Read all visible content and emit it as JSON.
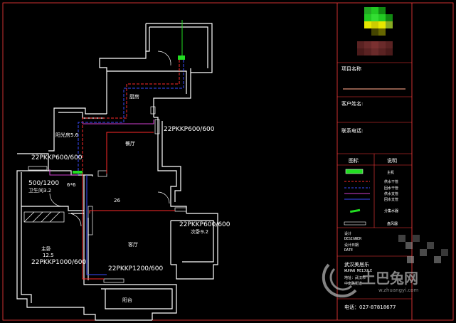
{
  "colors": {
    "background": "#000000",
    "wall": "#ffffff",
    "frame": "#ff3b3b",
    "pipe_red": "#ff2a2a",
    "pipe_blue": "#3a4bff",
    "pipe_magenta": "#d040d0",
    "pipe_green": "#22dd22",
    "logo_green": "#22c922",
    "logo_yellow": "#e6e600",
    "logo_brown": "#6a2a2a",
    "bar_brown": "#8a5a4a",
    "watermark": "#9a9a9a"
  },
  "plan": {
    "rooms": {
      "kitchen": "厨房",
      "balcony_top": "阳光房5.6",
      "restaurant": "餐厅",
      "bathroom": "卫生间3.2",
      "living": "客厅",
      "master": "主卧",
      "master_area": "12.5",
      "second": "次卧9.2",
      "south_balcony": "阳台",
      "hall_number": "26",
      "bath_size": "6*6"
    },
    "labels": {
      "kitchen_hvac": "22PKKP600/600",
      "balcony_hvac": "22PKKP600/600",
      "bath_dim": "500/1200",
      "second_hvac": "22PKKP600/600",
      "master_hvac": "22PKKP1000/600",
      "living_hvac": "22PKKP1200/600"
    }
  },
  "titleblock": {
    "project_name_label": "项目名称",
    "client_name_label": "客户姓名:",
    "phone_label": "联系电话:",
    "legend_header": "图标",
    "legend_desc_header": "说明",
    "legend": [
      {
        "icon": "radiator-icon",
        "desc": "主机"
      },
      {
        "icon": "pipe-red-dashed-icon",
        "desc": "供水干管"
      },
      {
        "icon": "pipe-blue-dashed-icon",
        "desc": "回水干管"
      },
      {
        "icon": "pipe-magenta-icon",
        "desc": "供水支管"
      },
      {
        "icon": "pipe-blue-icon",
        "desc": "回水支管"
      },
      {
        "icon": "green-bar-icon",
        "desc": "分集水器"
      },
      {
        "icon": "fan-coil-icon",
        "desc": "盘风器"
      }
    ],
    "design_label": "设计",
    "design_en": "DESIGNER",
    "date_label": "设计日期",
    "date_en": "DATE",
    "company_line": "武汉美居乐",
    "company_line2": "WUHAN MEIJULE",
    "addr1": "地址：武汉市",
    "addr2": "中南路街道",
    "phone": "电话：027-87818677"
  },
  "watermark": {
    "text": "土巴兔网",
    "url": "w.zhuangyi.com"
  }
}
